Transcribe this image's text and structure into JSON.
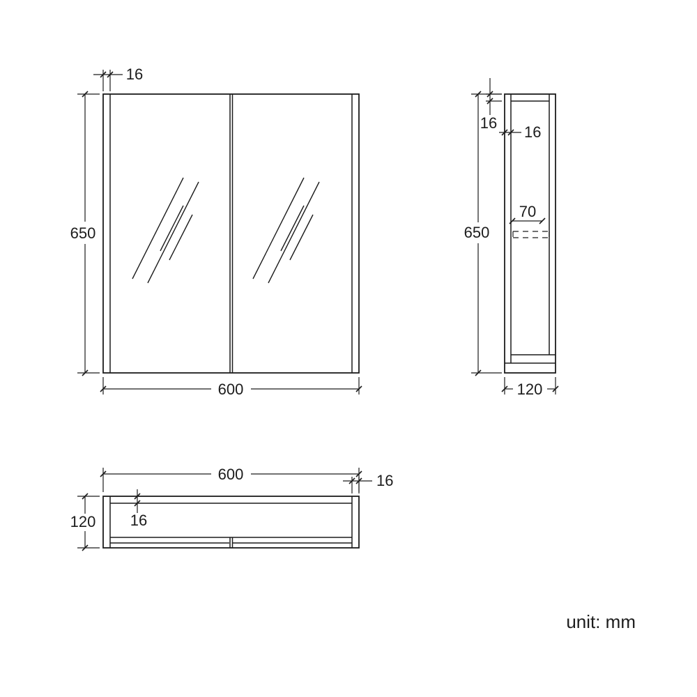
{
  "unit_note": "unit: mm",
  "colors": {
    "line": "#1c1c1c",
    "background": "#ffffff"
  },
  "front_view": {
    "view": "front",
    "height": "650",
    "width": "600",
    "frame_thickness": "16"
  },
  "side_view": {
    "view": "side",
    "height": "650",
    "depth": "120",
    "top_thickness": "16",
    "door_thickness": "16",
    "shelf_depth": "70"
  },
  "plan_view": {
    "view": "plan",
    "width": "600",
    "depth": "120",
    "side_thickness": "16",
    "back_thickness": "16"
  }
}
